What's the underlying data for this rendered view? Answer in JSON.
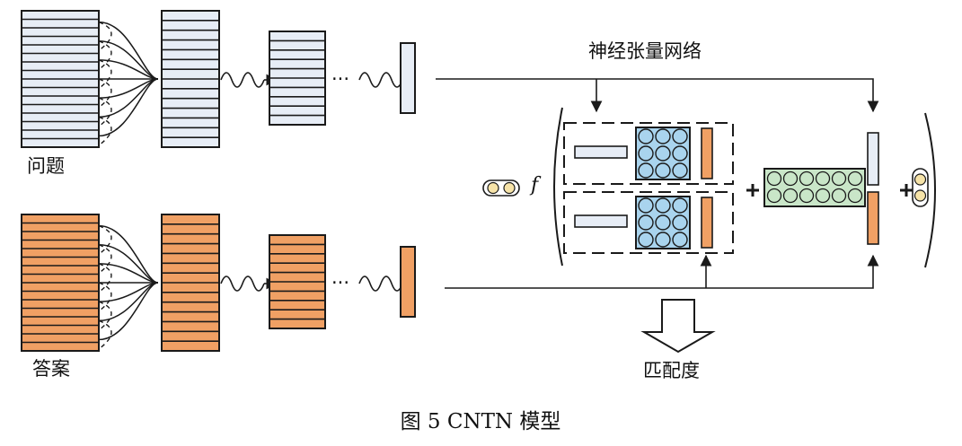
{
  "labels": {
    "question": "问题",
    "answer": "答案",
    "tensor_network": "神经张量网络",
    "match_degree": "匹配度",
    "f": "f",
    "ellipsis": "···"
  },
  "caption": "图 5    CNTN 模型",
  "colors": {
    "question_fill": "#e7edf6",
    "answer_fill": "#f0a064",
    "blue_circle": "#a9d4ee",
    "green_circle": "#c9e6c8",
    "yellow_circle": "#f6e3a8",
    "stroke": "#1a1a1a"
  }
}
